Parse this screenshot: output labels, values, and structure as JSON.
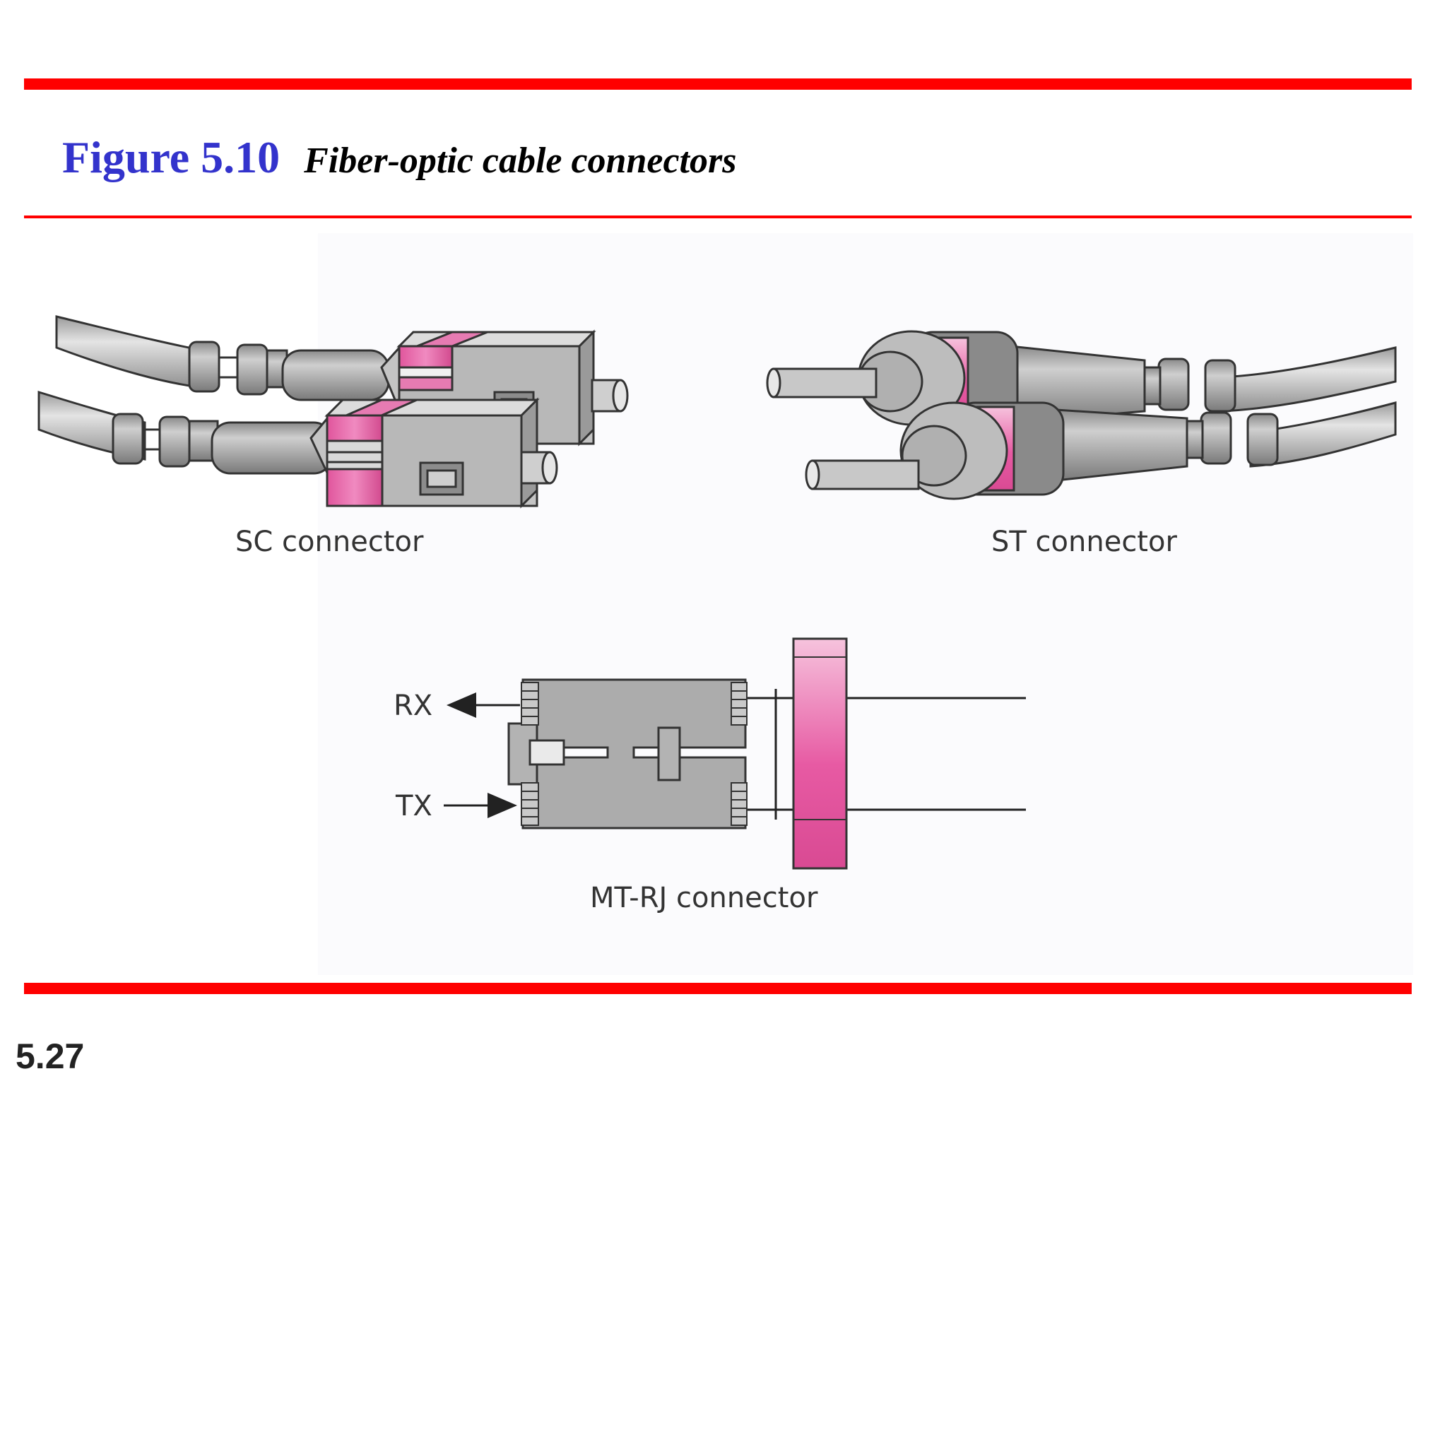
{
  "figure": {
    "number": "Figure 5.10",
    "caption": "Fiber-optic cable connectors"
  },
  "labels": {
    "sc": "SC connector",
    "st": "ST connector",
    "mtrj": "MT-RJ connector",
    "rx": "RX",
    "tx": "TX"
  },
  "page_number": "5.27",
  "colors": {
    "rule": "#ff0000",
    "figure_number": "#3333cc",
    "connector_pink": "#e0559c",
    "connector_gray": "#a8a8a8",
    "cable_gray": "#c8c8c8"
  }
}
